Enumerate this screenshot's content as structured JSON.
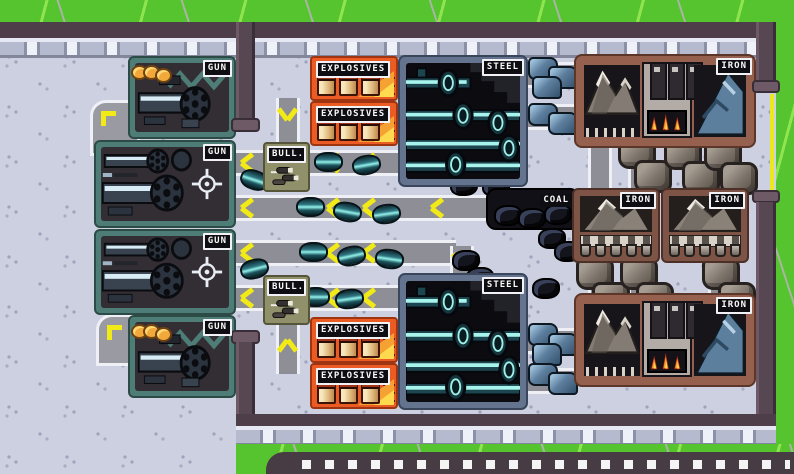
{
  "scene": {
    "genre": "pixel-art factory building game",
    "ground": "concrete factory floor",
    "surroundings": "grass border with walls and dashed road"
  },
  "palette": {
    "grass": "#55c42e",
    "wall_dark": "#4e3e4a",
    "wall_face": "#b6bace",
    "floor": "#ccd0e0",
    "conveyor": "#8e8e96",
    "chevron_yellow": "#f2ea16",
    "gun_frame_teal": "#4e7d78",
    "explosives_orange": "#ea5c24",
    "steel_frame": "#64748e",
    "smelter_brown": "#96604e",
    "mine_brown": "#7e5447",
    "bullet_khaki": "#90906a",
    "coal_black": "#101016",
    "label_bg": "#0d0d12",
    "label_text": "#fafafa",
    "item_teal": "#2f7682",
    "coin_gold": "#f2a83a",
    "fire_orange": "#f6a233",
    "ore_blue": "#5d7f9e",
    "road": "#483c44"
  },
  "buildings": {
    "gun_factories": [
      {
        "label": "GUN",
        "decor": "coins-icon"
      },
      {
        "label": "GUN",
        "decor": "crosshair-icon"
      },
      {
        "label": "GUN",
        "decor": "crosshair-icon"
      },
      {
        "label": "GUN",
        "decor": "coins-icon"
      }
    ],
    "explosives_factories": [
      {
        "label": "EXPLOSIVES"
      },
      {
        "label": "EXPLOSIVES"
      },
      {
        "label": "EXPLOSIVES"
      },
      {
        "label": "EXPLOSIVES"
      }
    ],
    "steel_factories": [
      {
        "label": "STEEL"
      },
      {
        "label": "STEEL"
      }
    ],
    "iron_smelters": [
      {
        "label": "IRON"
      },
      {
        "label": "IRON"
      }
    ],
    "iron_mines": [
      {
        "label": "IRON"
      },
      {
        "label": "IRON"
      }
    ],
    "bullet_factories": [
      {
        "label": "BULL."
      },
      {
        "label": "BULL."
      }
    ],
    "coal_deposit": {
      "label": "COAL"
    }
  },
  "icons": {
    "coins-icon": "stack of gold coins (sell output)",
    "crosshair-icon": "targeting reticle",
    "gun-icon": "revolver barrel sprite",
    "steel-pipes-icon": "cyan metal pipes",
    "keg-icon": "powder keg with flame",
    "bullet-icon": "two bullets with motion lines",
    "furnace-icon": "smelter with 3 chimneys and fire",
    "ore-mountain-icon": "gray ore hill with white peaks",
    "blue-ore-icon": "blue metal chunk",
    "coal-lump-icon": "black coal lump",
    "iron-boulder-icon": "gray rock",
    "conveyor-chevron-icon": "yellow < arrow",
    "grass-blade-icon": "green tick marks"
  }
}
